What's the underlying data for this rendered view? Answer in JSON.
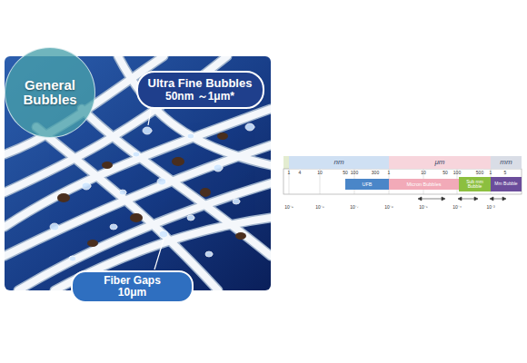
{
  "diagram": {
    "nodes": [
      {
        "text": [
          "General Bubbles"
        ]
      },
      {
        "text": [
          "Ultra Fine Bubbles",
          "50nm ～1μm*"
        ]
      },
      {
        "text": [
          "Fiber Gaps",
          "10μm"
        ]
      },
      {
        "text": [
          "nm"
        ]
      },
      {
        "text": [
          "μm"
        ]
      },
      {
        "text": [
          "mm"
        ]
      },
      {
        "text": [
          "UFB"
        ]
      },
      {
        "text": [
          "Micron Bubbles"
        ]
      },
      {
        "text": [
          "Sub mm Bubble"
        ]
      },
      {
        "text": [
          "Mm Bubble"
        ]
      }
    ],
    "labels": [
      "1",
      "4",
      "10",
      "50",
      "100",
      "300",
      "1",
      "10",
      "50",
      "100",
      "500",
      "1",
      "5",
      "10⁻⁹",
      "10⁻⁸",
      "10⁻⁷",
      "10⁻⁶",
      "10⁻⁵",
      "10⁻⁴",
      "10⁻³"
    ]
  }
}
